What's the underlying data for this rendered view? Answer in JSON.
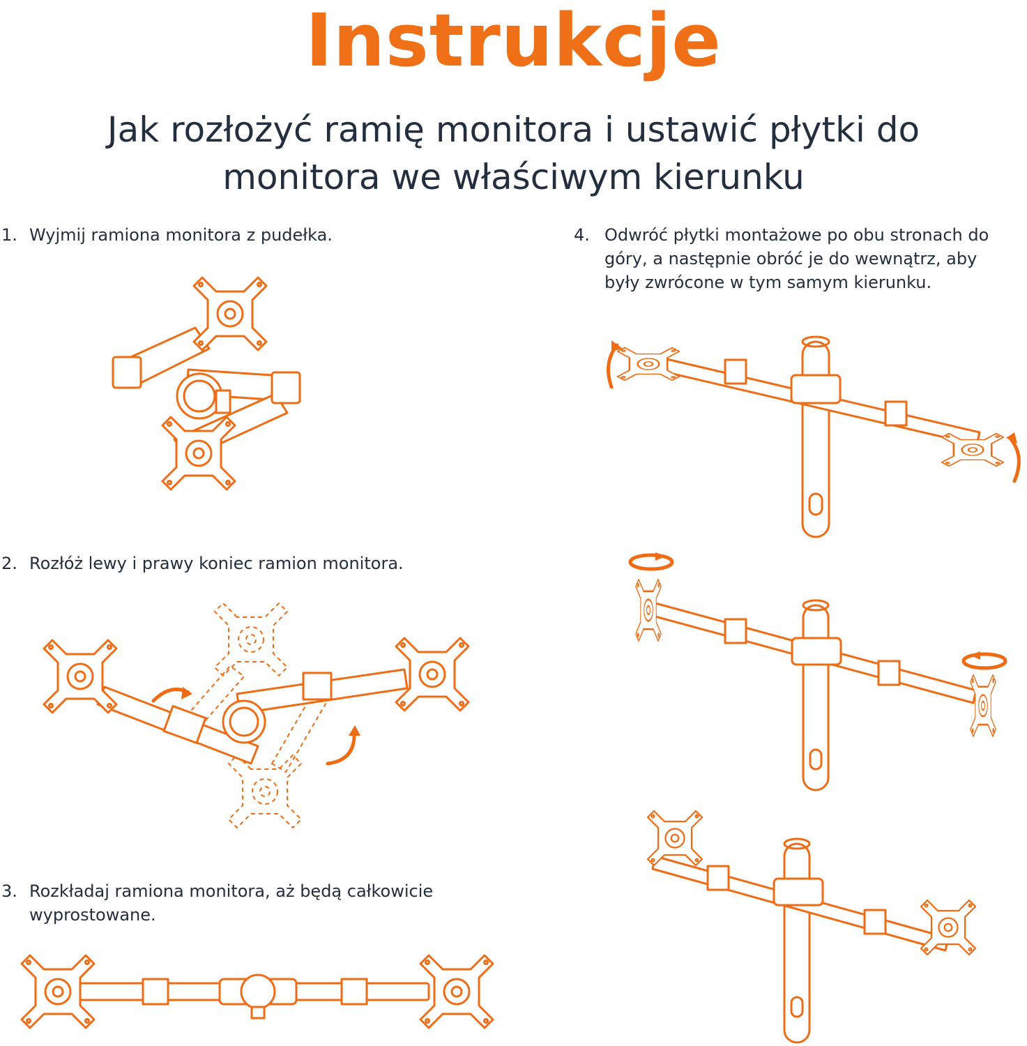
{
  "header": {
    "title": "Instrukcje",
    "subtitle_line1": "Jak rozłożyć ramię monitora i ustawić płytki do",
    "subtitle_line2": "monitora we właściwym kierunku"
  },
  "steps": [
    {
      "number": "1.",
      "text": "Wyjmij ramiona monitora z pudełka."
    },
    {
      "number": "2.",
      "text": "Rozłóż lewy i prawy koniec ramion monitora."
    },
    {
      "number": "3.",
      "lines": [
        "Rozkładaj ramiona monitora, aż będą całkowicie",
        "wyprostowane."
      ]
    },
    {
      "number": "4.",
      "lines": [
        "Odwróć płytki montażowe po obu stronach do",
        "góry, a następnie obróć je do wewnątrz, aby",
        "były zwrócone w tym samym kierunku."
      ]
    }
  ],
  "colors": {
    "accent": "#ef6c14",
    "text": "#232f3e"
  }
}
